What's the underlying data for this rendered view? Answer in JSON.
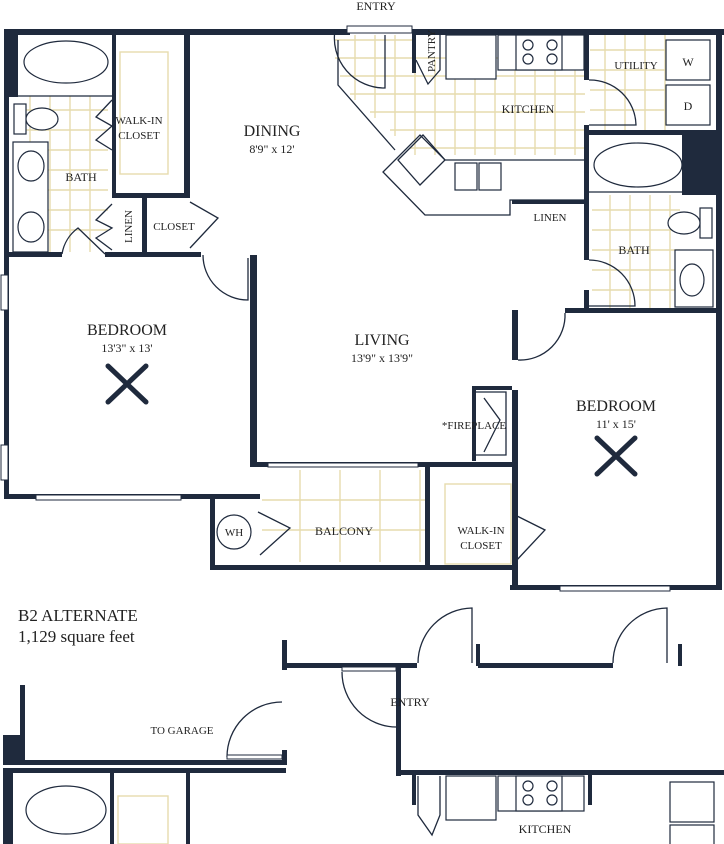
{
  "plan": {
    "rooms": {
      "entry": "ENTRY",
      "dining": "DINING",
      "dining_dim": "8'9\" x 12'",
      "kitchen": "KITCHEN",
      "pantry": "PANTRY",
      "utility": "UTILITY",
      "washer": "W",
      "dryer": "D",
      "bath_left": "BATH",
      "walkin_left_1": "WALK-IN",
      "walkin_left_2": "CLOSET",
      "linen_left": "LINEN",
      "closet": "CLOSET",
      "linen_right": "LINEN",
      "bath_right": "BATH",
      "bedroom_left": "BEDROOM",
      "bedroom_left_dim": "13'3\" x 13'",
      "living": "LIVING",
      "living_dim": "13'9\" x 13'9\"",
      "fireplace": "*FIREPLACE",
      "bedroom_right": "BEDROOM",
      "bedroom_right_dim": "11' x 15'",
      "water_heater": "WH",
      "balcony": "BALCONY",
      "walkin_right_1": "WALK-IN",
      "walkin_right_2": "CLOSET"
    },
    "colors": {
      "wall": "#1f2a3d",
      "tile": "#e6dcae"
    }
  },
  "alternate": {
    "title": "B2 ALTERNATE",
    "area": "1,129 square feet",
    "to_garage": "TO GARAGE",
    "entry": "ENTRY",
    "kitchen": "KITCHEN"
  }
}
